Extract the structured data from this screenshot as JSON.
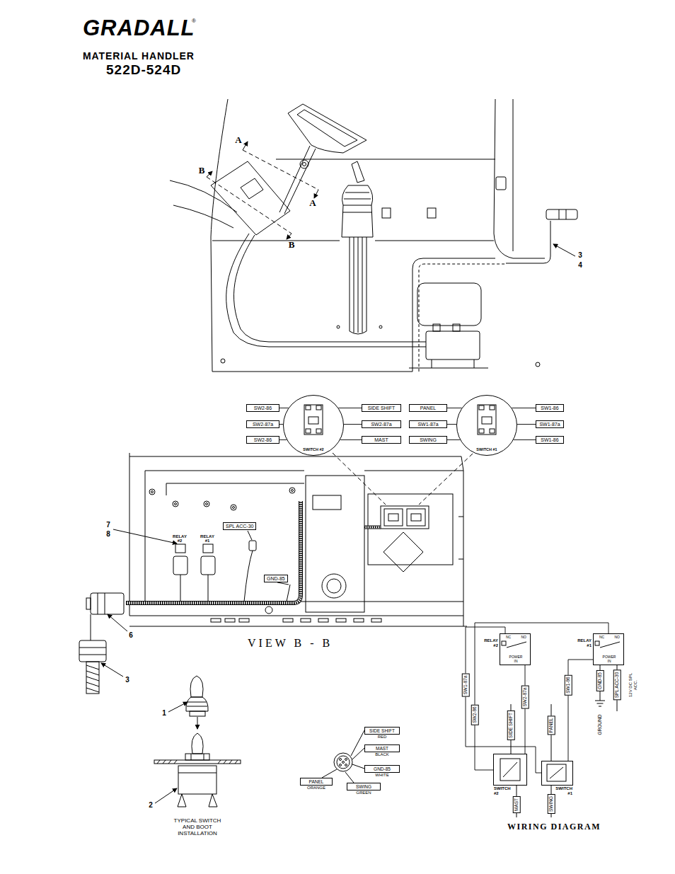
{
  "diagram": {
    "nodes": [
      {
        "text": [
          "SWITCH #2"
        ]
      },
      {
        "text": [
          "SWITCH #1"
        ]
      },
      {
        "text": [
          "SW2-86"
        ]
      },
      {
        "text": [
          "SW2-87a"
        ]
      },
      {
        "text": [
          "SW2-86"
        ]
      },
      {
        "text": [
          "SIDE SHIFT"
        ]
      },
      {
        "text": [
          "SW2-87a"
        ]
      },
      {
        "text": [
          "MAST"
        ]
      },
      {
        "text": [
          "PANEL"
        ]
      },
      {
        "text": [
          "SW1-87a"
        ]
      },
      {
        "text": [
          "SWING"
        ]
      },
      {
        "text": [
          "SW1-86"
        ]
      },
      {
        "text": [
          "SW1-87a"
        ]
      },
      {
        "text": [
          "SW1-86"
        ]
      },
      {
        "text": [
          "SPL ACC-30"
        ]
      },
      {
        "text": [
          "GND-85"
        ]
      },
      {
        "text": [
          "SIDE SHIFT",
          "RED"
        ]
      },
      {
        "text": [
          "MAST",
          "BLACK"
        ]
      },
      {
        "text": [
          "GND-85",
          "WHITE"
        ]
      },
      {
        "text": [
          "PANEL",
          "ORANGE"
        ]
      },
      {
        "text": [
          "SWING",
          "GREEN"
        ]
      },
      {
        "text": [
          "RELAY #2",
          "NC",
          "NO",
          "POWER IN"
        ]
      },
      {
        "text": [
          "RELAY #1",
          "NC",
          "NO",
          "POWER IN"
        ]
      },
      {
        "text": [
          "SWITCH #2"
        ]
      },
      {
        "text": [
          "SWITCH #1"
        ]
      }
    ],
    "edges": [
      {
        "from": 2,
        "to": 0,
        "arrow": "none"
      },
      {
        "from": 3,
        "to": 0,
        "arrow": "none"
      },
      {
        "from": 4,
        "to": 0,
        "arrow": "none"
      },
      {
        "from": 5,
        "to": 0,
        "arrow": "none"
      },
      {
        "from": 6,
        "to": 0,
        "arrow": "none"
      },
      {
        "from": 7,
        "to": 0,
        "arrow": "none"
      },
      {
        "from": 8,
        "to": 1,
        "arrow": "none"
      },
      {
        "from": 9,
        "to": 1,
        "arrow": "none"
      },
      {
        "from": 10,
        "to": 1,
        "arrow": "none"
      },
      {
        "from": 11,
        "to": 1,
        "arrow": "none"
      },
      {
        "from": 12,
        "to": 1,
        "arrow": "none"
      },
      {
        "from": 13,
        "to": 1,
        "arrow": "none"
      },
      {
        "from": 21,
        "to": 23,
        "label": "SW2-87a",
        "arrow": "none"
      },
      {
        "from": 21,
        "to": 24,
        "label": "SW1-87a",
        "arrow": "none"
      },
      {
        "from": 22,
        "to": 23,
        "label": "SW2-86",
        "arrow": "none"
      },
      {
        "from": 22,
        "to": 24,
        "label": "SW1-86",
        "arrow": "none"
      }
    ],
    "labels": [
      "GRADALL",
      "®",
      "MATERIAL HANDLER",
      "522D-524D",
      "A",
      "A",
      "B",
      "B",
      "3",
      "4",
      "7",
      "8",
      "RELAY #2",
      "RELAY #1",
      "6",
      "3",
      "VIEW B - B",
      "1",
      "2",
      "TYPICAL SWITCH AND BOOT INSTALLATION",
      "WIRING DIAGRAM",
      "SIDE SHIFT",
      "PANEL",
      "GND-85",
      "GROUND",
      "SPL ACC-30",
      "12V DC SPL ACC.",
      "MAST",
      "SWING"
    ]
  }
}
